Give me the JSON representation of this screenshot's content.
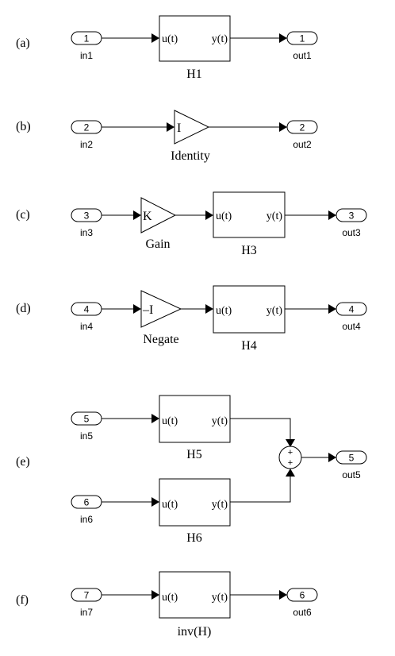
{
  "diagrams": {
    "a": {
      "label": "(a)",
      "inport": {
        "num": "1",
        "name": "in1"
      },
      "block": {
        "in": "u(t)",
        "out": "y(t)",
        "name": "H1"
      },
      "outport": {
        "num": "1",
        "name": "out1"
      }
    },
    "b": {
      "label": "(b)",
      "inport": {
        "num": "2",
        "name": "in2"
      },
      "gain": {
        "text": "I",
        "name": "Identity"
      },
      "outport": {
        "num": "2",
        "name": "out2"
      }
    },
    "c": {
      "label": "(c)",
      "inport": {
        "num": "3",
        "name": "in3"
      },
      "gain": {
        "text": "K",
        "name": "Gain"
      },
      "block": {
        "in": "u(t)",
        "out": "y(t)",
        "name": "H3"
      },
      "outport": {
        "num": "3",
        "name": "out3"
      }
    },
    "d": {
      "label": "(d)",
      "inport": {
        "num": "4",
        "name": "in4"
      },
      "gain": {
        "text": "–I",
        "name": "Negate"
      },
      "block": {
        "in": "u(t)",
        "out": "y(t)",
        "name": "H4"
      },
      "outport": {
        "num": "4",
        "name": "out4"
      }
    },
    "e": {
      "label": "(e)",
      "inport1": {
        "num": "5",
        "name": "in5"
      },
      "block1": {
        "in": "u(t)",
        "out": "y(t)",
        "name": "H5"
      },
      "inport2": {
        "num": "6",
        "name": "in6"
      },
      "block2": {
        "in": "u(t)",
        "out": "y(t)",
        "name": "H6"
      },
      "sum": {
        "sign_top": "+",
        "sign_bottom": "+"
      },
      "outport": {
        "num": "5",
        "name": "out5"
      }
    },
    "f": {
      "label": "(f)",
      "inport": {
        "num": "7",
        "name": "in7"
      },
      "block": {
        "in": "u(t)",
        "out": "y(t)",
        "name": "inv(H)"
      },
      "outport": {
        "num": "6",
        "name": "out6"
      }
    }
  }
}
